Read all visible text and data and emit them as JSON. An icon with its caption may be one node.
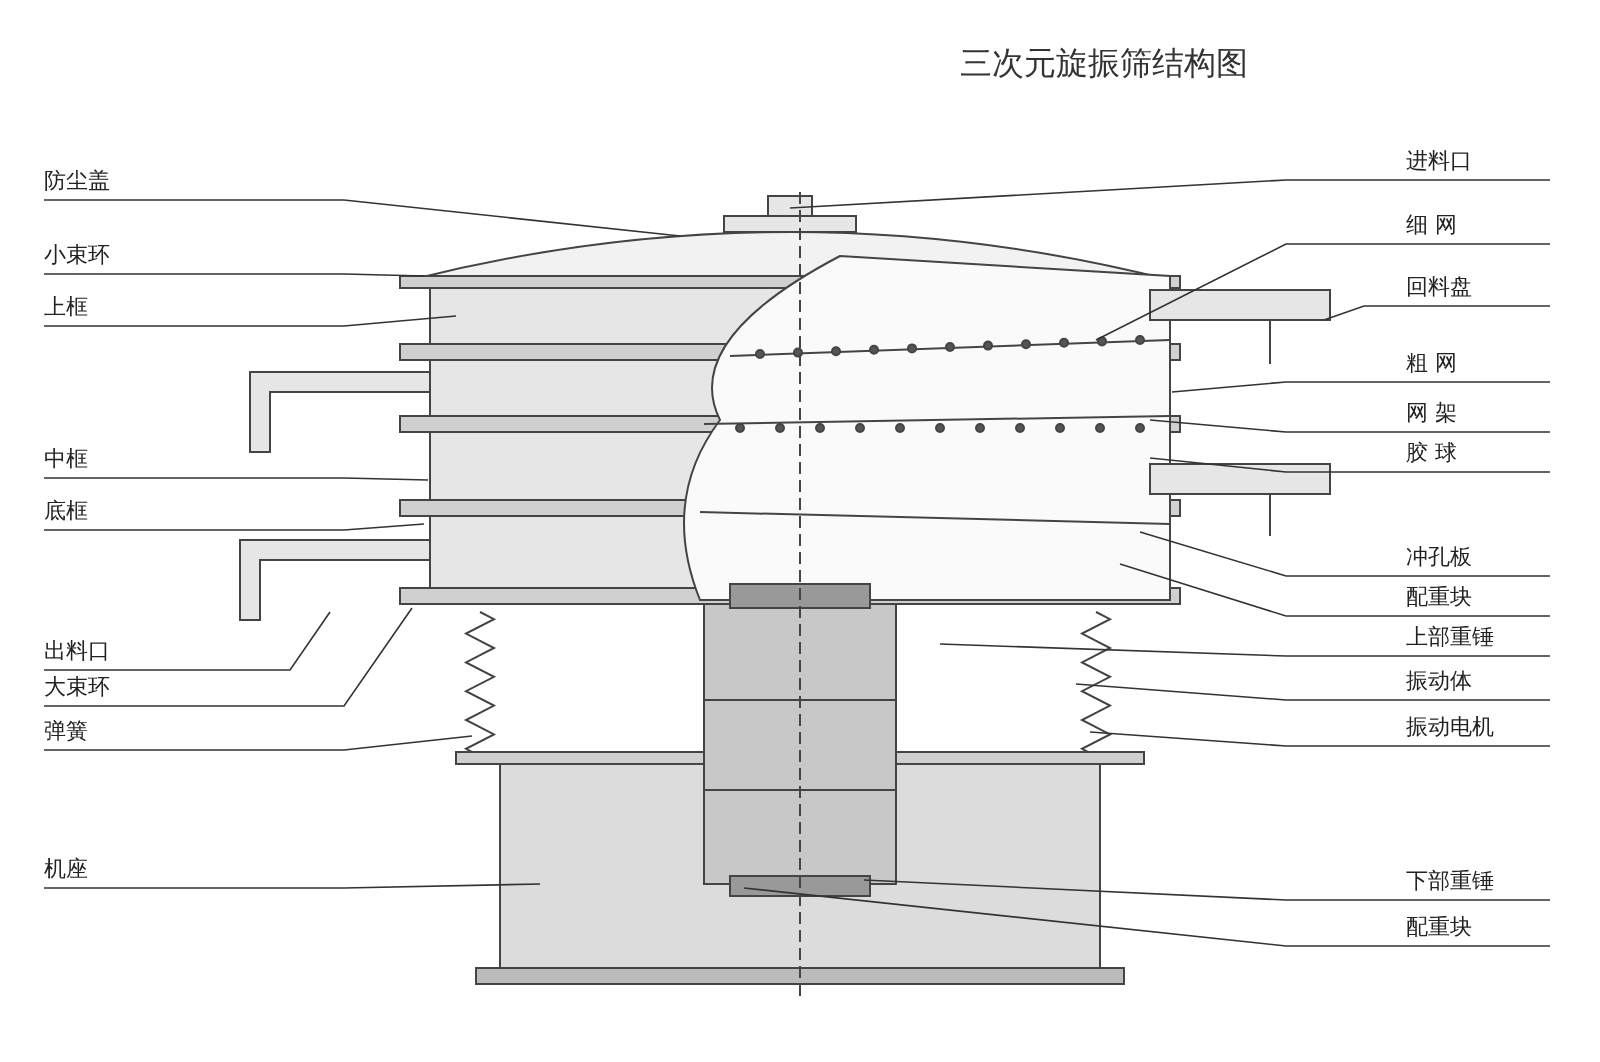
{
  "diagram": {
    "title": "三次元旋振筛结构图",
    "nodes": [
      {
        "text": [
          "防尘盖"
        ]
      },
      {
        "text": [
          "小束环"
        ]
      },
      {
        "text": [
          "上框"
        ]
      },
      {
        "text": [
          "中框"
        ]
      },
      {
        "text": [
          "底框"
        ]
      },
      {
        "text": [
          "出料口"
        ]
      },
      {
        "text": [
          "大束环"
        ]
      },
      {
        "text": [
          "弹簧"
        ]
      },
      {
        "text": [
          "机座"
        ]
      },
      {
        "text": [
          "进料口"
        ]
      },
      {
        "text": [
          "细 网"
        ]
      },
      {
        "text": [
          "回料盘"
        ]
      },
      {
        "text": [
          "粗 网"
        ]
      },
      {
        "text": [
          "网 架"
        ]
      },
      {
        "text": [
          "胶 球"
        ]
      },
      {
        "text": [
          "冲孔板"
        ]
      },
      {
        "text": [
          "配重块"
        ]
      },
      {
        "text": [
          "上部重锤"
        ]
      },
      {
        "text": [
          "振动体"
        ]
      },
      {
        "text": [
          "振动电机"
        ]
      },
      {
        "text": [
          "下部重锤"
        ]
      },
      {
        "text": [
          "配重块"
        ]
      }
    ],
    "edges": [
      {
        "from": 0,
        "to": null,
        "arrow": "none"
      },
      {
        "from": 1,
        "to": null,
        "arrow": "none"
      },
      {
        "from": 2,
        "to": null,
        "arrow": "none"
      },
      {
        "from": 3,
        "to": null,
        "arrow": "none"
      },
      {
        "from": 4,
        "to": null,
        "arrow": "none"
      },
      {
        "from": 5,
        "to": null,
        "arrow": "none"
      },
      {
        "from": 6,
        "to": null,
        "arrow": "none"
      },
      {
        "from": 7,
        "to": null,
        "arrow": "none"
      },
      {
        "from": 8,
        "to": null,
        "arrow": "none"
      },
      {
        "from": 9,
        "to": null,
        "arrow": "none"
      },
      {
        "from": 10,
        "to": null,
        "arrow": "none"
      },
      {
        "from": 11,
        "to": null,
        "arrow": "none"
      },
      {
        "from": 12,
        "to": null,
        "arrow": "none"
      },
      {
        "from": 13,
        "to": null,
        "arrow": "none"
      },
      {
        "from": 14,
        "to": null,
        "arrow": "none"
      },
      {
        "from": 15,
        "to": null,
        "arrow": "none"
      },
      {
        "from": 16,
        "to": null,
        "arrow": "none"
      },
      {
        "from": 17,
        "to": null,
        "arrow": "none"
      },
      {
        "from": 18,
        "to": null,
        "arrow": "none"
      },
      {
        "from": 19,
        "to": null,
        "arrow": "none"
      },
      {
        "from": 20,
        "to": null,
        "arrow": "none"
      },
      {
        "from": 21,
        "to": null,
        "arrow": "none"
      }
    ]
  }
}
